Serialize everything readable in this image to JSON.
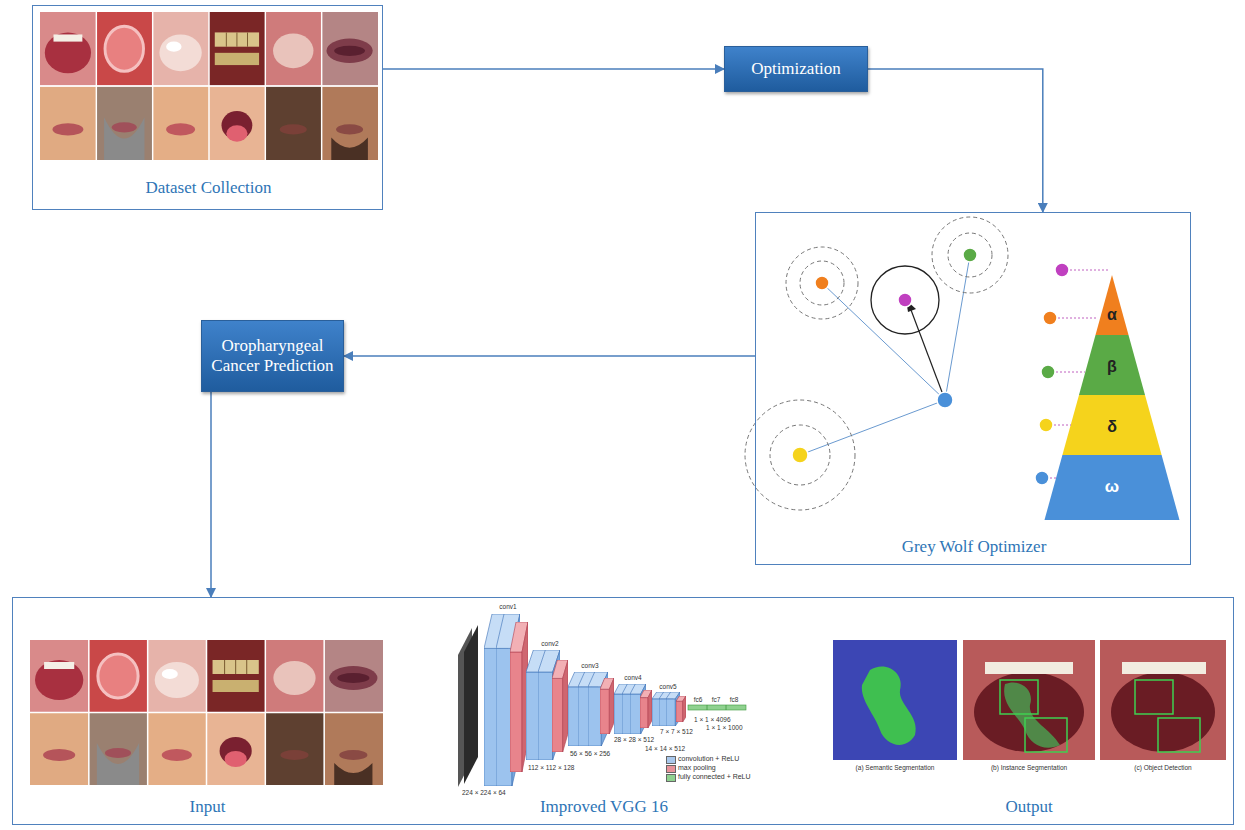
{
  "diagram": {
    "nodes": [
      {
        "text": [
          "Dataset Collection"
        ]
      },
      {
        "text": [
          "Optimization"
        ]
      },
      {
        "text": [
          "Grey Wolf Optimizer"
        ]
      },
      {
        "text": [
          "Oropharyngeal Cancer Prediction"
        ]
      },
      {
        "text": [
          "Input",
          "Improved VGG 16",
          "Output"
        ]
      }
    ],
    "edges": [
      {
        "from": 0,
        "to": 1,
        "arrow": "to"
      },
      {
        "from": 1,
        "to": 2,
        "arrow": "to"
      },
      {
        "from": 2,
        "to": 3,
        "arrow": "to"
      },
      {
        "from": 3,
        "to": 4,
        "arrow": "to"
      }
    ],
    "labels": [
      "α",
      "β",
      "δ",
      "ω",
      "conv1",
      "conv2",
      "conv3",
      "conv4",
      "conv5",
      "fc6",
      "fc7",
      "fc8",
      "224 × 224 × 64",
      "112 × 112 × 128",
      "56 × 56 × 256",
      "28 × 28 × 512",
      "14 × 14 × 512",
      "7 × 7 × 512",
      "1 × 1 × 4096",
      "1 × 1 × 1000",
      "(a) Semantic Segmentation",
      "(b) Instance Segmentation",
      "(c) Object Detection"
    ],
    "legend": [
      {
        "text": "convolution + ReLU",
        "color": "#a9c8ec"
      },
      {
        "text": "max pooling",
        "color": "#e8939a"
      },
      {
        "text": "fully connected + ReLU",
        "color": "#8fd18f"
      }
    ]
  }
}
